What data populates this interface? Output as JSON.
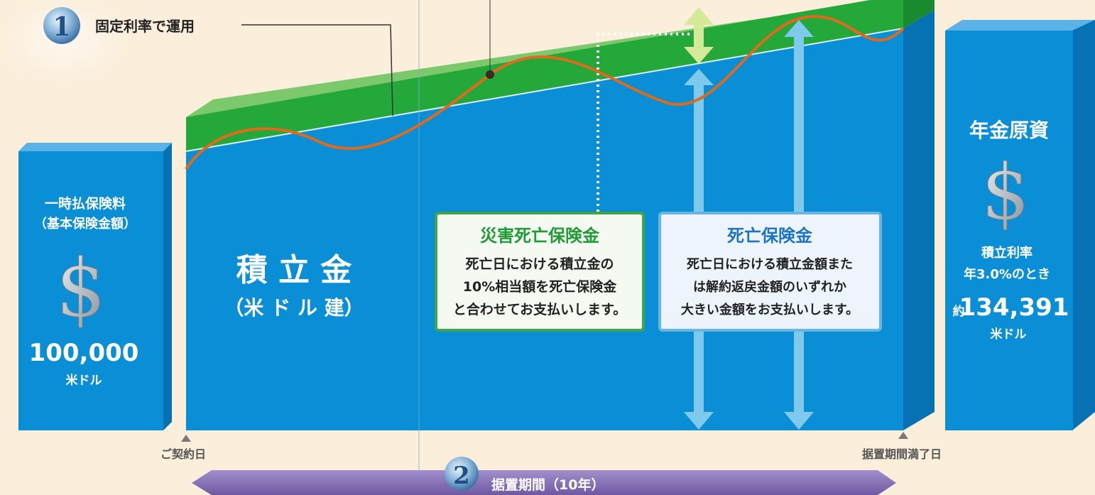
{
  "step1": {
    "number": "1",
    "label": "固定利率で運用"
  },
  "step2": {
    "number": "2",
    "label": "据置期間（10年）"
  },
  "left_box": {
    "title_line1": "一時払保険料",
    "title_line2": "（基本保険金額）",
    "symbol": "$",
    "amount": "100,000",
    "unit": "米ドル"
  },
  "main": {
    "title": "積 立 金",
    "subtitle": "（米 ド ル 建）"
  },
  "accident_box": {
    "title": "災害死亡保険金",
    "line1": "死亡日における積立金の",
    "line2": "10%相当額を死亡保険金",
    "line3": "と合わせてお支払いします。"
  },
  "death_box": {
    "title": "死亡保険金",
    "line1": "死亡日における積立金額また",
    "line2": "は解約返戻金額のいずれか",
    "line3": "大きい金額をお支払いします。"
  },
  "right_box": {
    "title": "年金原資",
    "symbol": "$",
    "rate_line1": "積立利率",
    "rate_line2": "年3.0%のとき",
    "amount_prefix": "約",
    "amount": "134,391",
    "unit": "米ドル"
  },
  "timeline": {
    "start": "ご契約日",
    "end": "据置期間満了日"
  },
  "colors": {
    "background": "#fbefdc",
    "blue": "#0a8fd6",
    "blue_dark": "#0671b3",
    "green": "#25a83a",
    "green_light": "#7cc86d",
    "orange_curve": "#e06a1c",
    "arrow_light_blue": "#7fc9ec",
    "accident_green": "#1f9a34",
    "death_blue": "#1b74c4",
    "purple": "#8a74b8"
  }
}
